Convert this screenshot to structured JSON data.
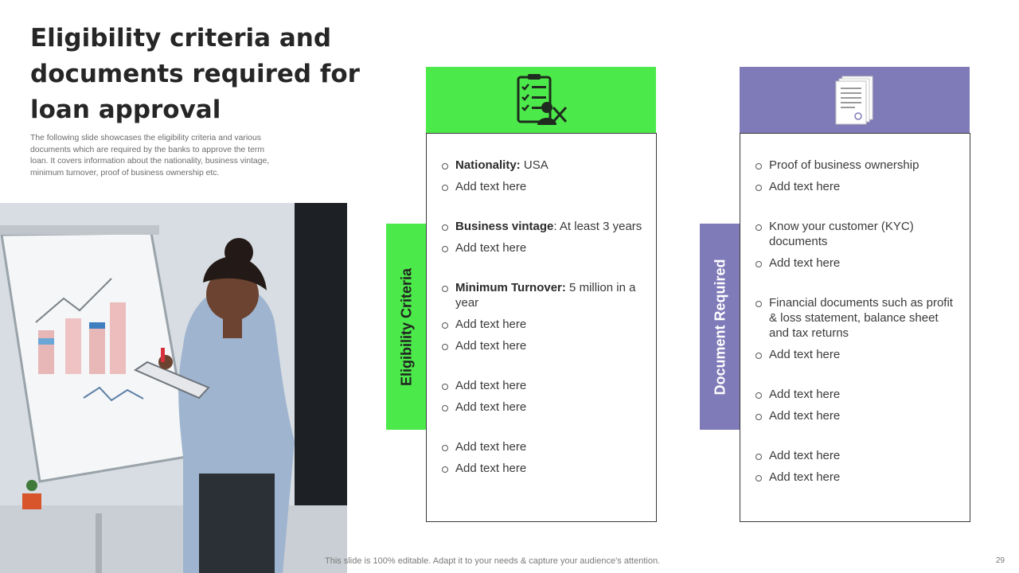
{
  "slide": {
    "title": "Eligibility criteria and documents required for loan approval",
    "subtitle": "The following slide showcases the eligibility criteria and various documents which are required by the banks to approve the term loan. It covers information about the nationality, business vintage, minimum turnover, proof of business ownership etc.",
    "footer": "This slide is 100% editable. Adapt it to your needs & capture your audience’s attention.",
    "page_number": "29"
  },
  "colors": {
    "green": "#4ce94a",
    "purple": "#7f7ab8",
    "title": "#262626"
  },
  "eligibility": {
    "tab_label": "Eligibility Criteria",
    "icon": "checklist-person-icon",
    "items": [
      {
        "bold": "Nationality:",
        "text": " USA"
      },
      {
        "text": "Add text here"
      },
      {
        "bold": "Business vintage",
        "text": ": At least 3 years"
      },
      {
        "text": "Add text here"
      },
      {
        "bold": "Minimum Turnover:",
        "text": " 5 million in a year"
      },
      {
        "text": "Add text here"
      },
      {
        "text": "Add text here"
      },
      {
        "text": "Add text here"
      },
      {
        "text": "Add text here"
      },
      {
        "text": "Add text here"
      },
      {
        "text": "Add text here"
      }
    ]
  },
  "documents": {
    "tab_label": "Document Required",
    "icon": "documents-stack-icon",
    "items": [
      {
        "text": "Proof of business ownership"
      },
      {
        "text": "Add text here"
      },
      {
        "text": "Know your customer (KYC) documents"
      },
      {
        "text": "Add text here"
      },
      {
        "text": "Financial documents such as profit & loss statement, balance sheet and tax returns"
      },
      {
        "text": "Add text here"
      },
      {
        "text": "Add text here"
      },
      {
        "text": "Add text here"
      },
      {
        "text": "Add text here"
      },
      {
        "text": "Add text here"
      }
    ]
  }
}
